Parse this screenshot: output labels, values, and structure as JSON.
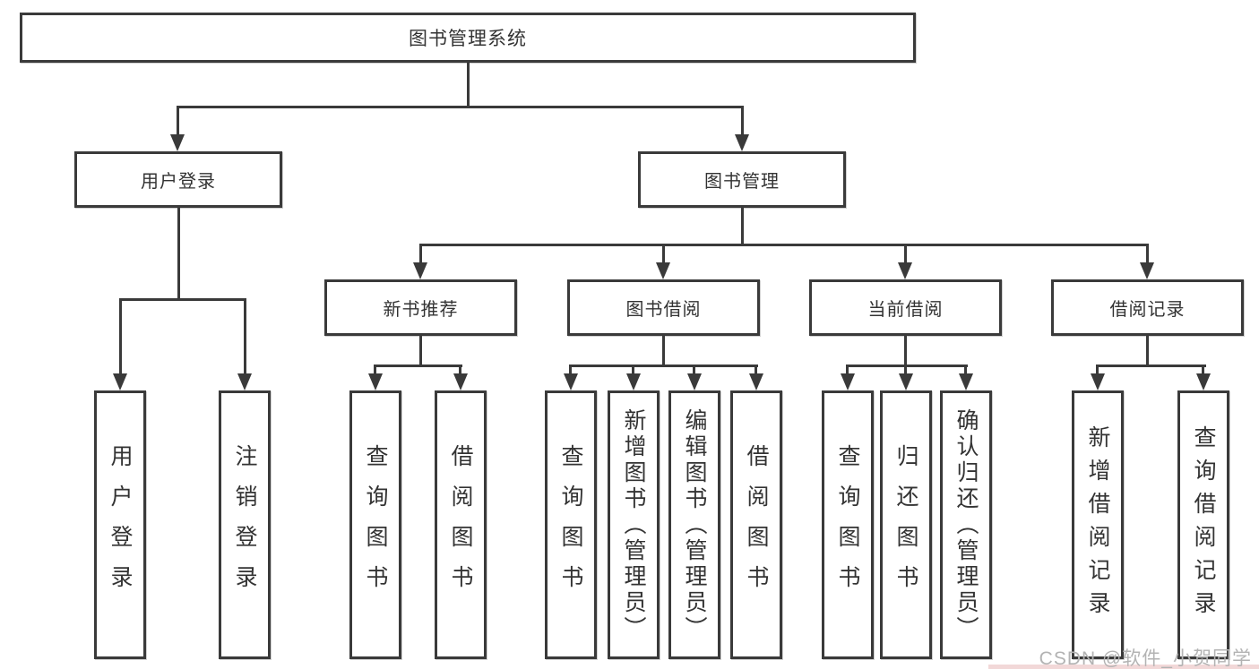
{
  "diagram": {
    "title": "图书管理系统",
    "root": "图书管理系统",
    "level2": [
      "用户登录",
      "图书管理"
    ],
    "level3": [
      "新书推荐",
      "图书借阅",
      "当前借阅",
      "借阅记录"
    ],
    "leaves_user": [
      "用户登录",
      "注销登录"
    ],
    "leaves_recommend": [
      "查询图书",
      "借阅图书"
    ],
    "leaves_borrow": [
      "查询图书",
      "新增图书（管理员）",
      "编辑图书（管理员）",
      "借阅图书"
    ],
    "leaves_current": [
      "查询图书",
      "归还图书",
      "确认归还（管理员）"
    ],
    "leaves_record": [
      "新增借阅记录",
      "查询借阅记录"
    ]
  },
  "watermark": "CSDN @软件_小贺同学",
  "colors": {
    "line": "#3a3a3a",
    "text": "#333333",
    "background": "#ffffff",
    "watermark": "#b3b3b3"
  }
}
